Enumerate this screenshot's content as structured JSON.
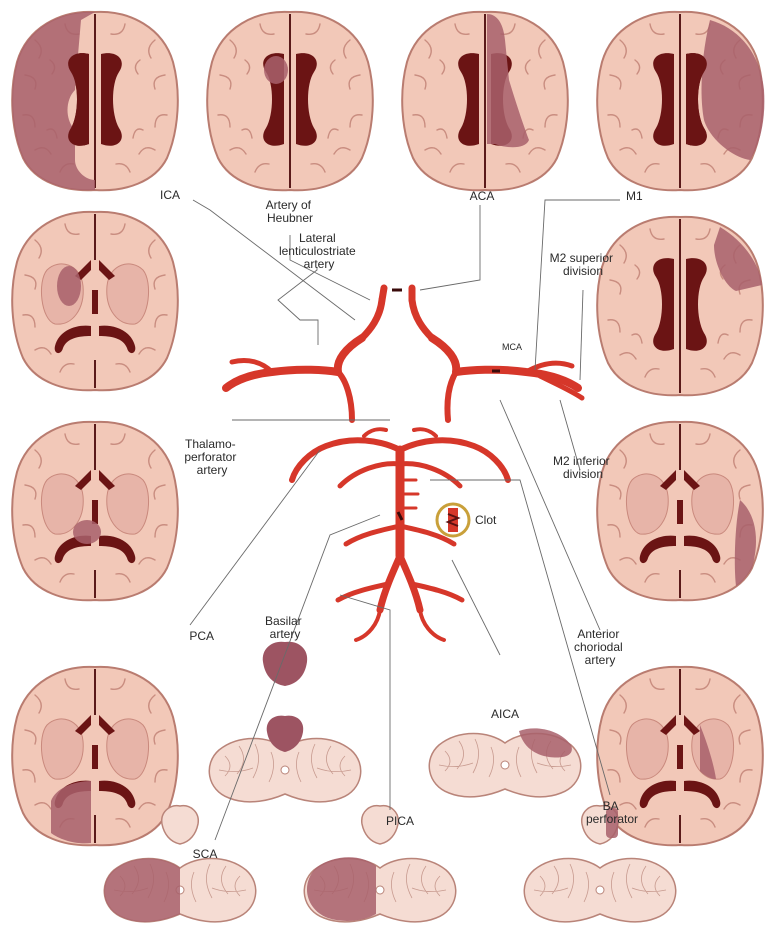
{
  "labels": {
    "ica": "ICA",
    "heubner": [
      "Artery of",
      "Heubner"
    ],
    "aca": "ACA",
    "m1": "M1",
    "lenticulostriate": [
      "Lateral",
      "lenticulostriate",
      "artery"
    ],
    "m2_superior": [
      "M2 superior",
      "division"
    ],
    "mca": "MCA",
    "thalamoperforator": [
      "Thalamo-",
      "perforator",
      "artery"
    ],
    "m2_inferior": [
      "M2 inferior",
      "division"
    ],
    "clot": "Clot",
    "pca": "PCA",
    "basilar": [
      "Basilar",
      "artery"
    ],
    "anterior_choroidal": [
      "Anterior",
      "choriodal",
      "artery"
    ],
    "aica": "AICA",
    "sca": "SCA",
    "pica": "PICA",
    "ba_perforator": [
      "BA",
      "perforator"
    ]
  },
  "colors": {
    "brain_tissue": "#f2c8b8",
    "brain_outline": "#b97c70",
    "ventricle": "#6b1414",
    "infarct": "#a8606b",
    "artery": "#d6372a",
    "cerebellum": "#f5dcd3"
  }
}
